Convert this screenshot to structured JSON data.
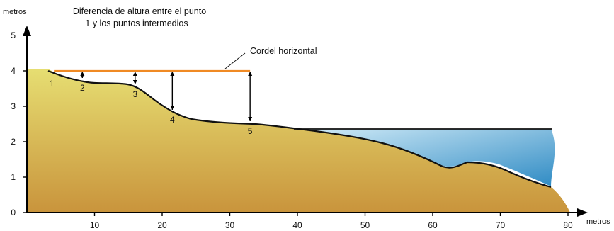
{
  "y_axis_unit": "metros",
  "x_axis_unit": "metros",
  "title_line1": "Diferencia de altura entre el punto",
  "title_line2": "1 y los puntos intermedios",
  "cord_label": "Cordel horizontal",
  "y_ticks": [
    "0",
    "1",
    "2",
    "3",
    "4",
    "5"
  ],
  "x_ticks": [
    "10",
    "20",
    "30",
    "40",
    "50",
    "60",
    "70",
    "80"
  ],
  "points": [
    {
      "label": "1",
      "x": 4,
      "y": 3.9
    },
    {
      "label": "2",
      "x": 8.2,
      "y": 3.78
    },
    {
      "label": "3",
      "x": 16,
      "y": 3.6
    },
    {
      "label": "4",
      "x": 21.5,
      "y": 2.88
    },
    {
      "label": "5",
      "x": 33,
      "y": 2.56
    }
  ],
  "cord_height": 4,
  "cord_range": [
    4,
    33
  ],
  "water_level": 2.4,
  "colors": {
    "cord": "#f08a24",
    "ground_top": "#e6de72",
    "ground_bottom": "#c9943c",
    "water_top": "#d3ecf8",
    "water_bottom": "#2f8bc4"
  }
}
